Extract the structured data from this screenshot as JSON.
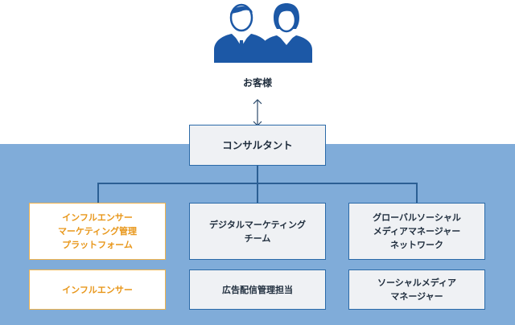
{
  "customer_label": "お客様",
  "consultant_label": "コンサルタント",
  "columns": [
    {
      "top": "インフルエンサー\nマーケティング管理\nプラットフォーム",
      "bottom": "インフルエンサー",
      "accent": "#e8971b"
    },
    {
      "top": "デジタルマーケティング\nチーム",
      "bottom": "広告配信管理担当"
    },
    {
      "top": "グローバルソーシャル\nメディアマネージャー\nネットワーク",
      "bottom": "ソーシャルメディア\nマネージャー"
    }
  ],
  "colors": {
    "band": "#80acd9",
    "line": "#2b5f94",
    "icon": "#1c58a6",
    "box_border": "#2b6aa8",
    "highlight": "#e8971b"
  },
  "icons": [
    "people-icon",
    "bidirectional-arrow-icon"
  ]
}
